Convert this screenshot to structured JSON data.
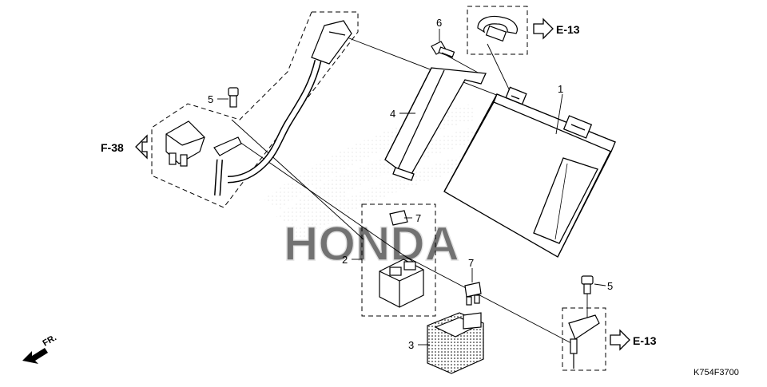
{
  "diagram": {
    "callouts": [
      {
        "id": "1",
        "label": "1"
      },
      {
        "id": "2",
        "label": "2"
      },
      {
        "id": "3",
        "label": "3"
      },
      {
        "id": "4",
        "label": "4"
      },
      {
        "id": "5a",
        "label": "5"
      },
      {
        "id": "5b",
        "label": "5"
      },
      {
        "id": "6",
        "label": "6"
      },
      {
        "id": "7a",
        "label": "7"
      },
      {
        "id": "7b",
        "label": "7"
      }
    ],
    "refs": {
      "f38": "F-38",
      "e13_top": "E-13",
      "e13_bottom": "E-13"
    },
    "direction_label": "FR.",
    "watermark": "HONDA",
    "drawing_code": "K754F3700"
  }
}
